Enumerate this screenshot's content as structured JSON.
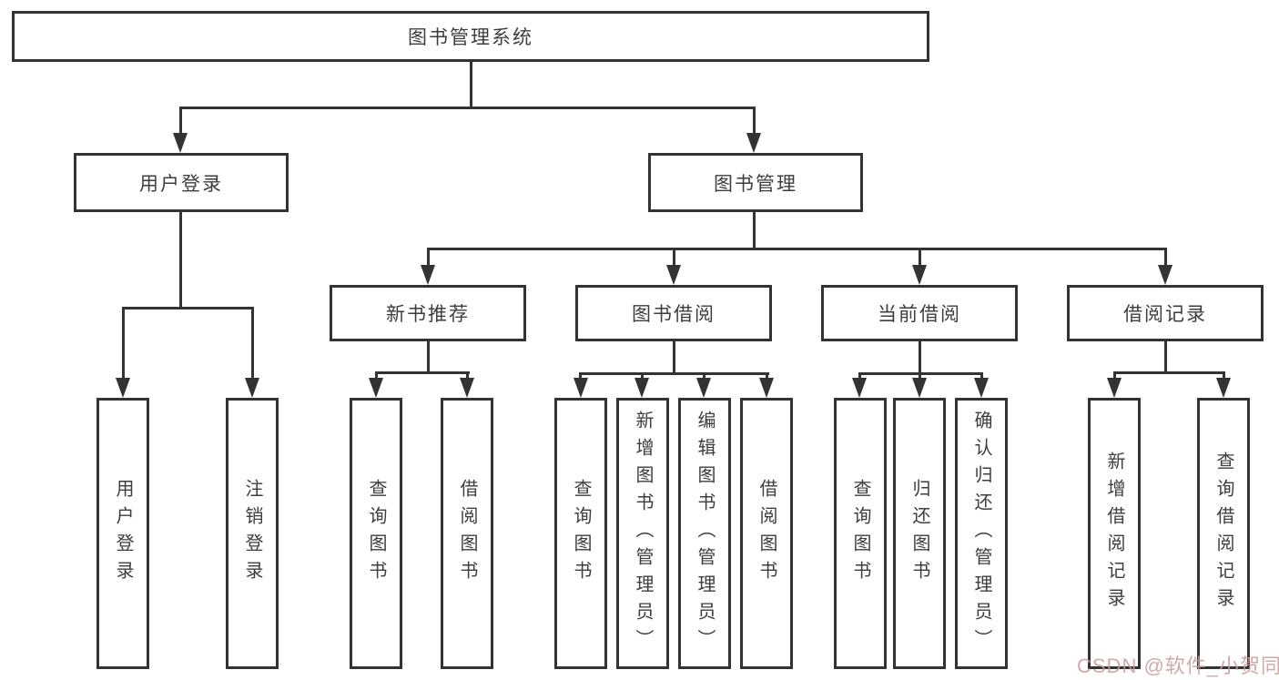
{
  "tree": {
    "root": {
      "label": "图书管理系统"
    },
    "level2": {
      "user_login": {
        "label": "用户登录"
      },
      "book_management": {
        "label": "图书管理"
      }
    },
    "level3": {
      "new_book_recommend": {
        "label": "新书推荐"
      },
      "book_borrowing": {
        "label": "图书借阅"
      },
      "current_borrowing": {
        "label": "当前借阅"
      },
      "borrowing_records": {
        "label": "借阅记录"
      }
    },
    "leaves": {
      "user_login": {
        "label": "用户登录"
      },
      "logout": {
        "label": "注销登录"
      },
      "recommend_query_books": {
        "label": "查询图书"
      },
      "recommend_borrow_books": {
        "label": "借阅图书"
      },
      "borrowing_query_books": {
        "label": "查询图书"
      },
      "borrowing_add_books": {
        "label": "新增图书（管理员）"
      },
      "borrowing_edit_books": {
        "label": "编辑图书（管理员）"
      },
      "borrowing_borrow_books": {
        "label": "借阅图书"
      },
      "current_query_books": {
        "label": "查询图书"
      },
      "current_return_books": {
        "label": "归还图书"
      },
      "current_confirm_return": {
        "label": "确认归还（管理员）"
      },
      "records_add_record": {
        "label": "新增借阅记录"
      },
      "records_query_record": {
        "label": "查询借阅记录"
      }
    }
  },
  "watermark": {
    "text": "CSDN @软件_小贺同学"
  },
  "colors": {
    "line": "#333333",
    "text": "#3d3d3d",
    "watermark": "#cb9999",
    "background": "#ffffff"
  }
}
